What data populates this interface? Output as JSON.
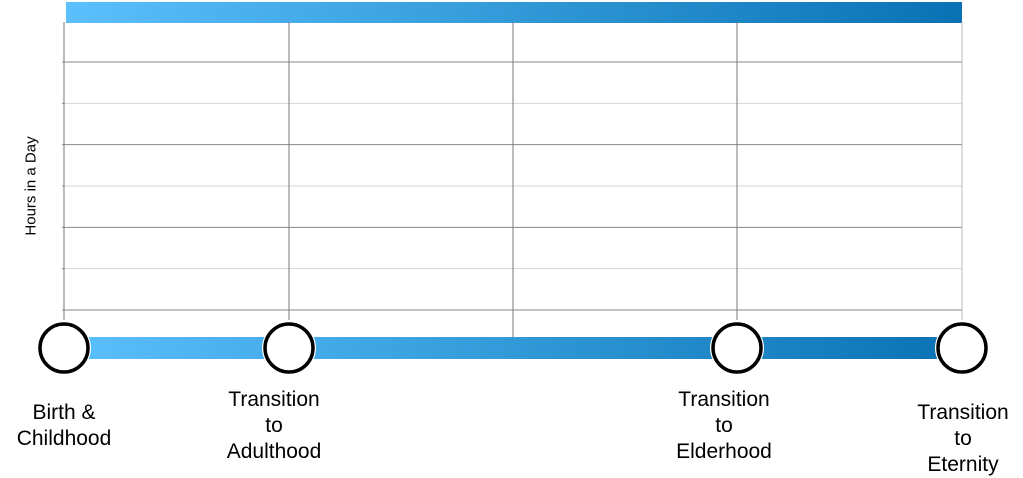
{
  "chart_data": {
    "type": "line",
    "title": "",
    "xlabel": "",
    "ylabel": "Hours in a Day",
    "ylim": [
      0,
      24
    ],
    "y_gridlines": 7,
    "x_stages": [
      "Birth & Childhood",
      "Transition to Adulthood",
      "Transition to Elderhood",
      "Transition to Eternity"
    ],
    "series": [],
    "grid": true,
    "colors": {
      "gradient_start": "#5bc0fc",
      "gradient_end": "#0a72b4"
    }
  },
  "milestones": [
    {
      "label": "Birth &\nChildhood"
    },
    {
      "label": "Transition\nto\nAdulthood"
    },
    {
      "label": "Transition\nto\nElderhood"
    },
    {
      "label": "Transition\nto Eternity"
    }
  ]
}
